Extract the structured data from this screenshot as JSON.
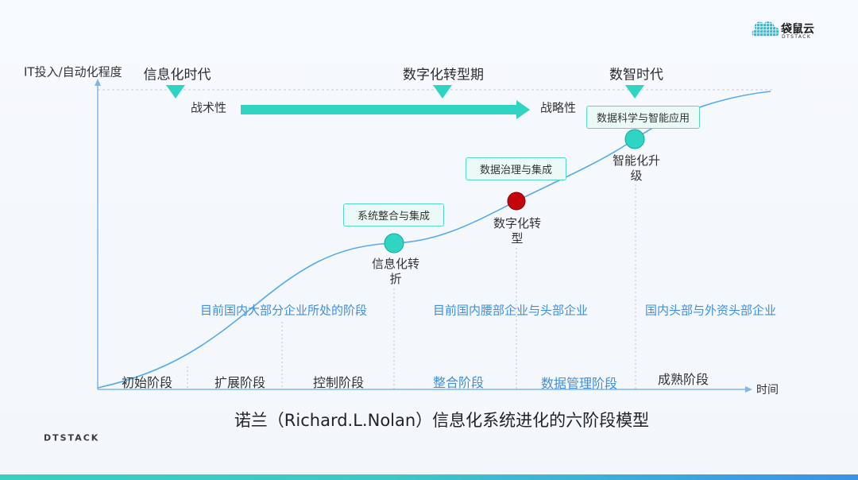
{
  "brand": {
    "logo_icon": "cloud-logo-icon",
    "name": "袋鼠云",
    "name_sub": "DTSTACK",
    "footer_mark": "DTSTACK"
  },
  "colors": {
    "teal": "#2fd4c2",
    "teal_dark": "#17a898",
    "red": "#c4060b",
    "blue_text": "#3d8fe0",
    "curve": "#55abea",
    "axis": "#7db7ea",
    "dark_text": "#333333"
  },
  "axes": {
    "y_label": "IT投入/自动化程度",
    "x_label": "时间"
  },
  "eras": [
    {
      "label": "信息化时代"
    },
    {
      "label": "数字化转型期"
    },
    {
      "label": "数智时代"
    }
  ],
  "strategy_shift": {
    "from_label": "战术性",
    "to_label": "战略性"
  },
  "milestones": [
    {
      "box_label": "系统整合与集成",
      "label_lines": [
        "信息化转",
        "折"
      ],
      "color": "#2fd4c2"
    },
    {
      "box_label": "数据治理与集成",
      "label_lines": [
        "数字化转",
        "型"
      ],
      "color": "#c4060b"
    },
    {
      "box_label": "数据科学与智能应用",
      "label_lines": [
        "智能化升",
        "级"
      ],
      "color": "#2fd4c2"
    }
  ],
  "segments": [
    "目前国内大部分企业所处的阶段",
    "目前国内腰部企业与头部企业",
    "国内头部与外资头部企业"
  ],
  "stages": [
    {
      "label": "初始阶段",
      "color": "#333333"
    },
    {
      "label": "扩展阶段",
      "color": "#333333"
    },
    {
      "label": "控制阶段",
      "color": "#333333"
    },
    {
      "label": "整合阶段",
      "color": "#3d8fe0"
    },
    {
      "label": "数据管理阶段",
      "color": "#3d8fe0"
    },
    {
      "label": "成熟阶段",
      "color": "#333333"
    }
  ],
  "title": "诺兰（Richard.L.Nolan）信息化系统进化的六阶段模型"
}
